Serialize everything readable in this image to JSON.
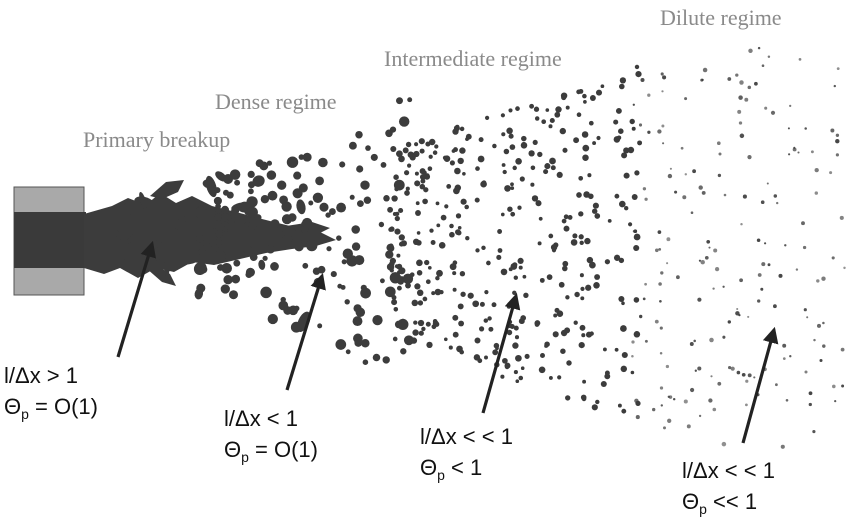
{
  "regimes": {
    "primary": "Primary breakup",
    "dense": "Dense regime",
    "intermediate": "Intermediate regime",
    "dilute": "Dilute regime"
  },
  "annotations": [
    {
      "ratio": "l/Δx > 1",
      "theta_symbol": "Θ",
      "theta_sub": "p",
      "theta_rest": " = O(1)"
    },
    {
      "ratio": "l/Δx < 1",
      "theta_symbol": "Θ",
      "theta_sub": "p",
      "theta_rest": " = O(1)"
    },
    {
      "ratio": "l/Δx < < 1",
      "theta_symbol": "Θ",
      "theta_sub": "p",
      "theta_rest": " < 1"
    },
    {
      "ratio": "l/Δx < < 1",
      "theta_symbol": "Θ",
      "theta_sub": "p",
      "theta_rest": " << 1"
    }
  ],
  "colors": {
    "nozzle_outer": "#a9a9a9",
    "nozzle_inner": "#3a3a3a",
    "liquid": "#3c3c3c",
    "arrow": "#222222",
    "regime_text": "#8a8a8a",
    "annotation_text": "#111111"
  }
}
